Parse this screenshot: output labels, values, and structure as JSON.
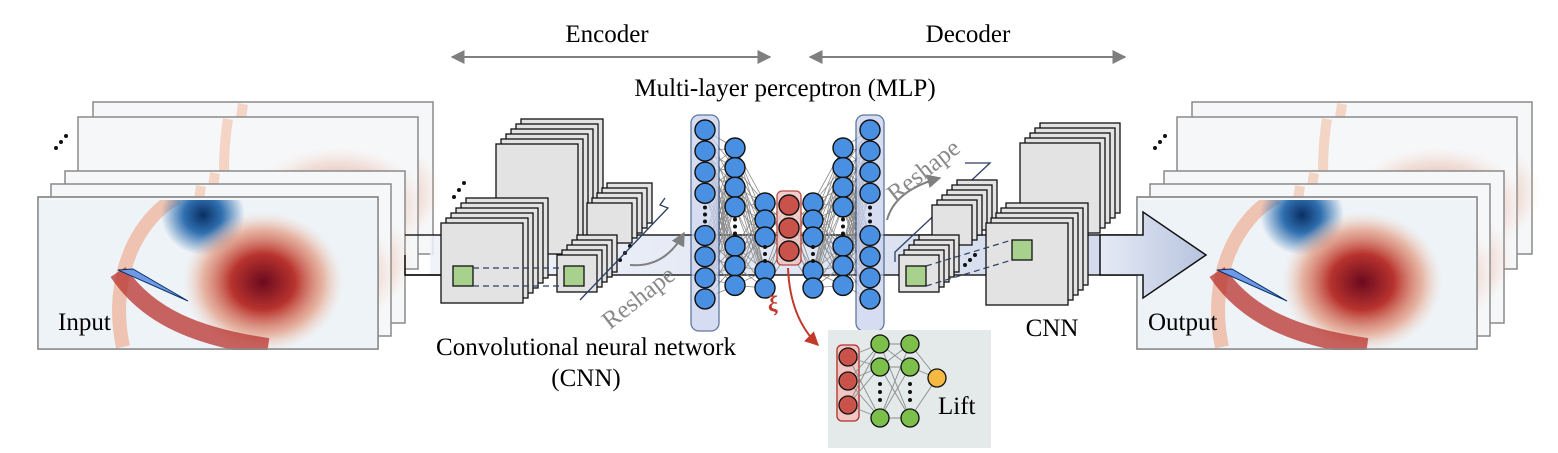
{
  "labels": {
    "encoder": "Encoder",
    "decoder": "Decoder",
    "mlp": "Multi-layer perceptron (MLP)",
    "cnn_left_line1": "Convolutional neural network",
    "cnn_left_line2": "(CNN)",
    "cnn_right": "CNN",
    "reshape_left": "Reshape",
    "reshape_right": "Reshape",
    "input": "Input",
    "output": "Output",
    "latent": "ξ",
    "lift": "Lift"
  },
  "colors": {
    "neuron_blue": "#4a90e2",
    "neuron_red": "#c9524a",
    "neuron_green": "#7cc04b",
    "neuron_orange": "#f5b841",
    "latent_label": "#c0392b",
    "feature_map": "#e3e3e3",
    "kernel": "#a9d18e",
    "band": "#dfe6f3",
    "arrow_gray": "#7f7f7f",
    "lift_panel": "#e4e9ea"
  },
  "network": {
    "encoder_mlp_layers": [
      8,
      7,
      5
    ],
    "latent_size": 3,
    "decoder_mlp_layers": [
      5,
      7,
      8
    ],
    "lift_hidden_layers": [
      4,
      4
    ],
    "lift_output": 1
  }
}
